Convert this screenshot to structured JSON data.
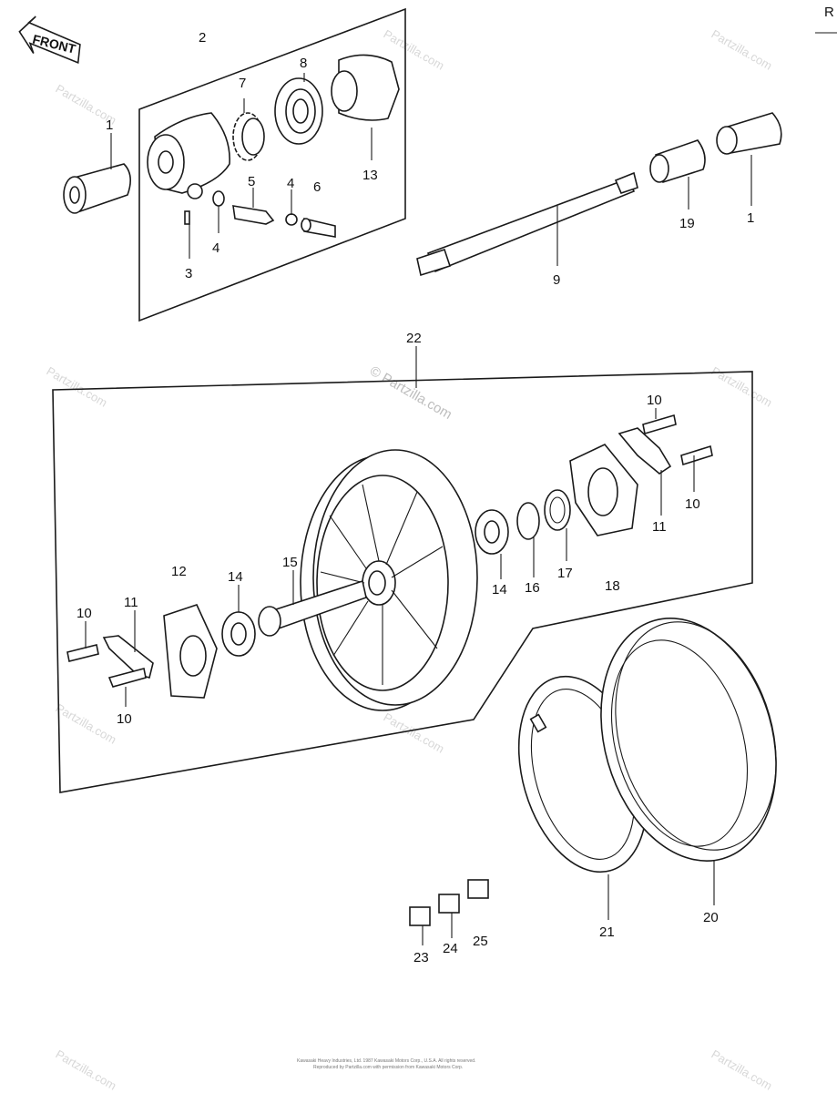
{
  "watermark": {
    "site": "Partzilla.com",
    "copyright_site": "© Partzilla.com"
  },
  "corner_letter": "R",
  "front_arrow_label": "FRONT",
  "callouts": {
    "c1a": "1",
    "c2": "2",
    "c3": "3",
    "c4a": "4",
    "c4b": "4",
    "c5": "5",
    "c6": "6",
    "c7": "7",
    "c8": "8",
    "c9": "9",
    "c13": "13",
    "c19": "19",
    "c1b": "1",
    "c22": "22",
    "c10a": "10",
    "c10b": "10",
    "c10c": "10",
    "c10d": "10",
    "c11a": "11",
    "c11b": "11",
    "c12": "12",
    "c14a": "14",
    "c14b": "14",
    "c15": "15",
    "c16": "16",
    "c17": "17",
    "c18": "18",
    "c20": "20",
    "c21": "21",
    "c23": "23",
    "c24": "24",
    "c25": "25"
  },
  "footer": {
    "line1": "Kawasaki Heavy Industries, Ltd. 1987 Kawasaki Motors Corp., U.S.A. All rights reserved.",
    "line2": "Reproduced by Partzilla.com with permission from Kawasaki Motors Corp."
  }
}
